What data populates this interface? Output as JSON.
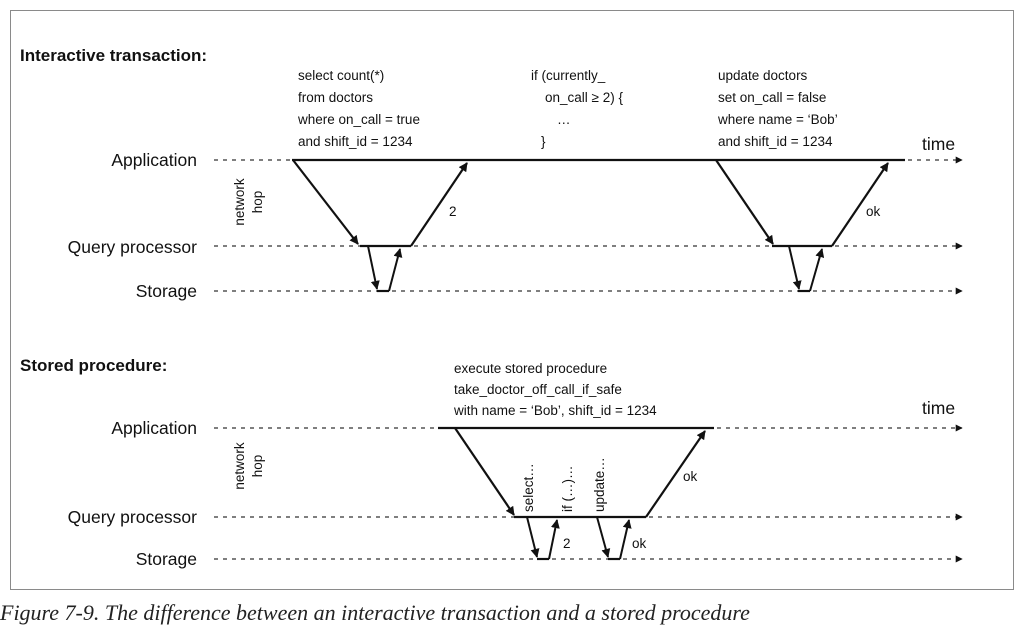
{
  "colors": {
    "line": "#111111",
    "dashed": "#333333",
    "frame": "#8a8a8a"
  },
  "top": {
    "heading": "Interactive transaction:",
    "lanes": {
      "application": "Application",
      "query": "Query processor",
      "storage": "Storage"
    },
    "time_label": "time",
    "network_hop": [
      "network",
      "hop"
    ],
    "query1": [
      "select count(*)",
      "from doctors",
      "where on_call = true",
      "and shift_id = 1234"
    ],
    "check": [
      "if (currently_",
      "on_call ≥ 2) {",
      "…",
      "}"
    ],
    "query2": [
      "update doctors",
      "set on_call = false",
      "where name = ‘Bob’",
      "and shift_id = 1234"
    ],
    "return1": "2",
    "return2": "ok"
  },
  "bottom": {
    "heading": "Stored procedure:",
    "lanes": {
      "application": "Application",
      "query": "Query processor",
      "storage": "Storage"
    },
    "time_label": "time",
    "network_hop": [
      "network",
      "hop"
    ],
    "call": [
      "execute stored procedure",
      "take_doctor_off_call_if_safe",
      "with name = ‘Bob’, shift_id = 1234"
    ],
    "steps": [
      "select…",
      "if (…)…",
      "update…"
    ],
    "storage_return1": "2",
    "storage_return2": "ok",
    "return_app": "ok"
  },
  "caption": "Figure 7-9. The difference between an interactive transaction and a stored procedure"
}
